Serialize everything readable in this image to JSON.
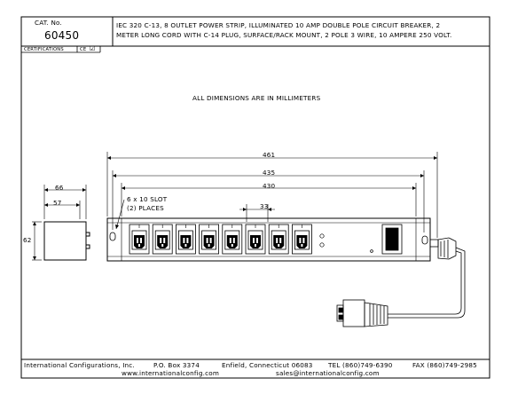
{
  "title_block": {
    "cat_label": "CAT. No.",
    "cat_number": "60450",
    "description_line1": "IEC 320 C-13, 8 OUTLET POWER STRIP, ILLUMINATED 10 AMP DOUBLE POLE CIRCUIT BREAKER, 2",
    "description_line2": "METER LONG CORD WITH C-14 PLUG, SURFACE/RACK MOUNT, 2 POLE 3 WIRE, 10 AMPERE 250 VOLT.",
    "certifications_label": "CERTIFICATIONS",
    "cert_mark": "CE",
    "cert_check": "☑"
  },
  "drawing": {
    "note": "ALL DIMENSIONS ARE IN MILLIMETERS",
    "dim_overall": "461",
    "dim_mount": "435",
    "dim_body": "430",
    "dim_pitch": "33",
    "dim_width": "66",
    "dim_width_inner": "57",
    "dim_height": "62",
    "slot_note_line1": "6 x 10 SLOT",
    "slot_note_line2": "(2) PLACES",
    "outlet_count": 8
  },
  "footer": {
    "company": "International Configurations, Inc.",
    "po_box": "P.O. Box 3374",
    "city": "Enfield, Connecticut 06083",
    "tel": "TEL (860)749-6390",
    "fax": "FAX (860)749-2985",
    "website": "www.internationalconfig.com",
    "email": "sales@internationalconfig.com"
  }
}
